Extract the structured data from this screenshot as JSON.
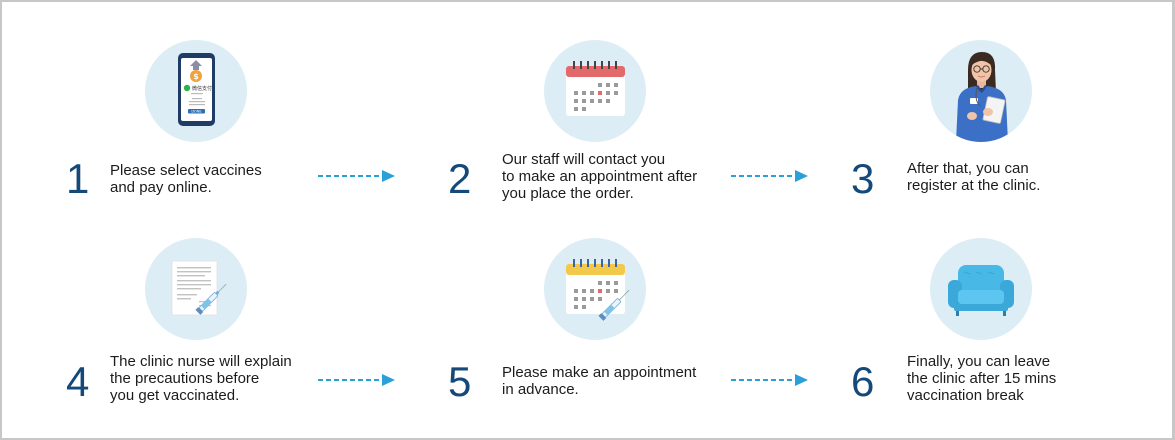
{
  "steps": [
    {
      "number": "1",
      "text_lines": [
        "Please select vaccines",
        "and pay online."
      ],
      "icon": "phone-payment-icon",
      "phone_text": {
        "brand": "微信支付",
        "done": "DONE"
      }
    },
    {
      "number": "2",
      "text_lines": [
        "Our staff will contact you",
        "to make an appointment after",
        "you place the order."
      ],
      "icon": "calendar-icon"
    },
    {
      "number": "3",
      "text_lines": [
        "After that, you can",
        "register at the clinic."
      ],
      "icon": "nurse-icon"
    },
    {
      "number": "4",
      "text_lines": [
        "The clinic nurse will explain",
        "the precautions before",
        "you get vaccinated."
      ],
      "icon": "document-syringe-icon"
    },
    {
      "number": "5",
      "text_lines": [
        "Please make an appointment",
        "in advance."
      ],
      "icon": "calendar-syringe-icon"
    },
    {
      "number": "6",
      "text_lines": [
        "Finally, you can leave",
        "the clinic after 15 mins",
        "vaccination break"
      ],
      "icon": "sofa-icon"
    }
  ],
  "colors": {
    "number": "#14497a",
    "circle": "#dcedf6",
    "arrow": "#2a9fd8",
    "calendar_header_red": "#e26a6a",
    "calendar_header_yellow": "#f3c94c",
    "sofa": "#48b9e6",
    "border": "#c7c7c7"
  }
}
